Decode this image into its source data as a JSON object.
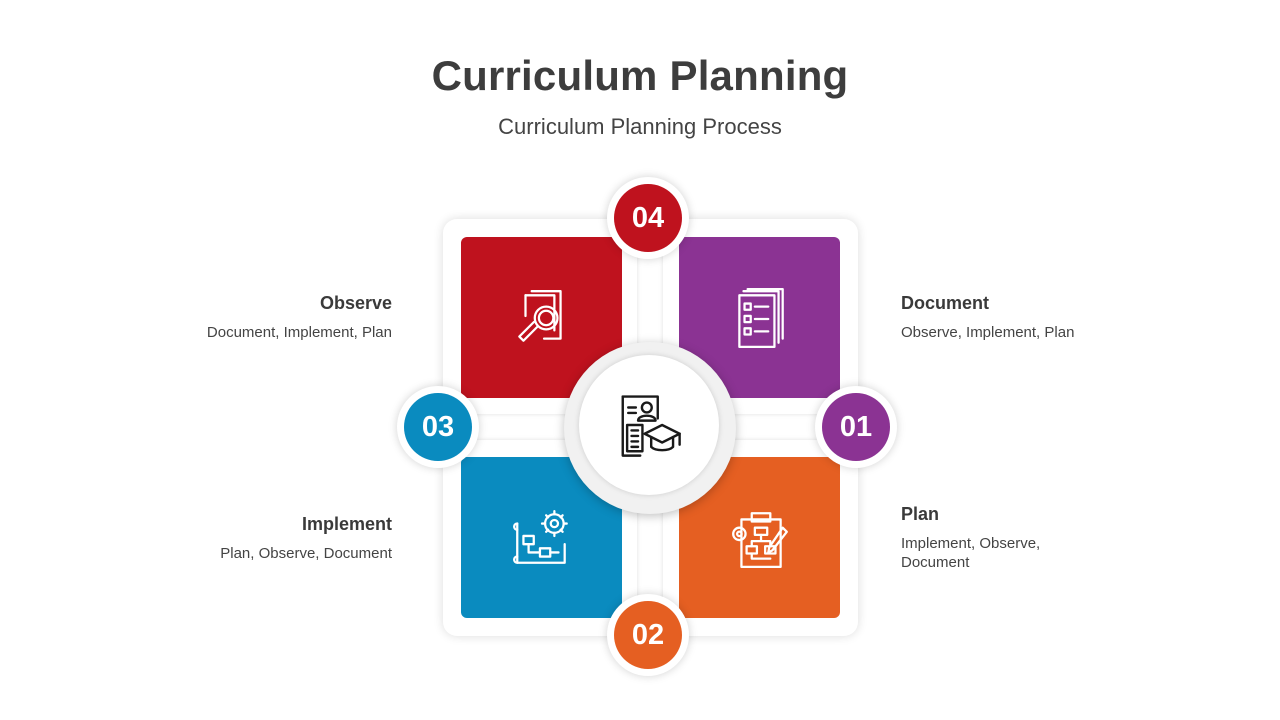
{
  "header": {
    "title": "Curriculum Planning",
    "subtitle": "Curriculum Planning Process"
  },
  "steps": [
    {
      "number": "01",
      "title": "Document",
      "description": "Observe, Implement,  Plan",
      "color": "#8b3393",
      "icon": "checklist-documents-icon"
    },
    {
      "number": "02",
      "title": "Plan",
      "description_line1": "Implement,  Observe,",
      "description_line2": "Document",
      "color": "#e55f22",
      "icon": "flowchart-plan-icon"
    },
    {
      "number": "03",
      "title": "Implement",
      "description": "Plan, Observe, Document",
      "color": "#0a8bbf",
      "icon": "blueprint-gear-icon"
    },
    {
      "number": "04",
      "title": "Observe",
      "description": "Document,  Implement,  Plan",
      "color": "#bf121e",
      "icon": "magnifier-document-icon"
    }
  ],
  "center": {
    "icon": "resume-graduation-icon"
  }
}
